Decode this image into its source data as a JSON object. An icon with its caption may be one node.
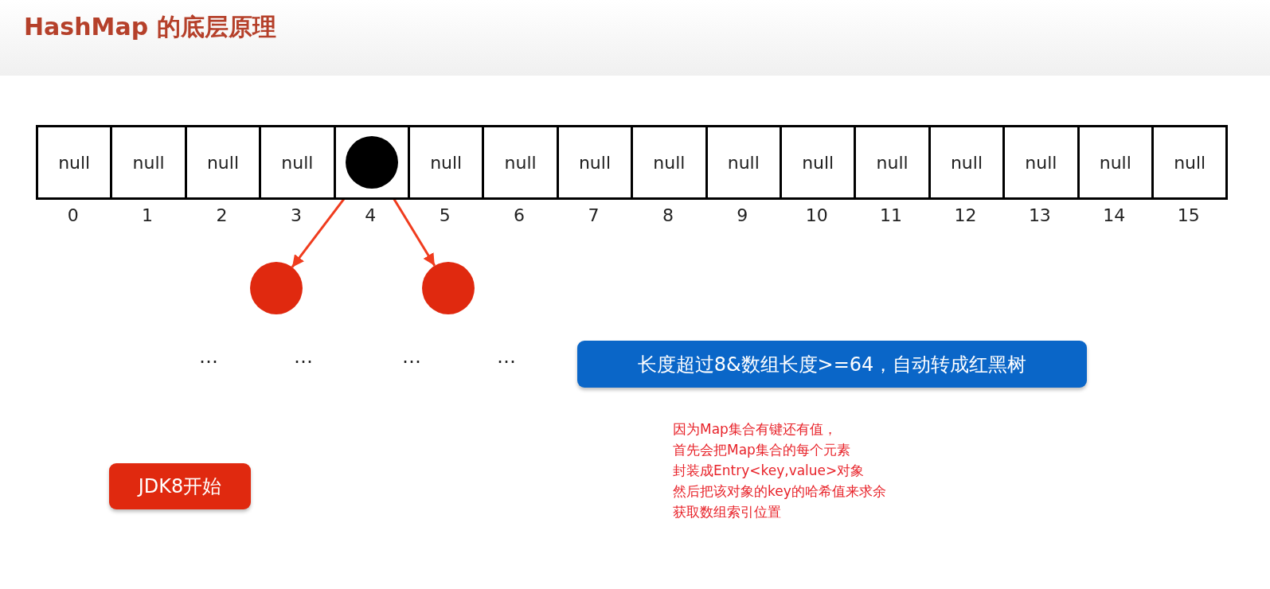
{
  "diagram": {
    "title": "HashMap 的底层原理",
    "nodes": [
      {
        "text": [
          "null"
        ]
      },
      {
        "text": [
          "null"
        ]
      },
      {
        "text": [
          "null"
        ]
      },
      {
        "text": [
          "null"
        ]
      },
      {
        "text": [],
        "shape": "box"
      },
      {
        "text": [
          "null"
        ]
      },
      {
        "text": [
          "null"
        ]
      },
      {
        "text": [
          "null"
        ]
      },
      {
        "text": [
          "null"
        ]
      },
      {
        "text": [
          "null"
        ]
      },
      {
        "text": [
          "null"
        ]
      },
      {
        "text": [
          "null"
        ]
      },
      {
        "text": [
          "null"
        ]
      },
      {
        "text": [
          "null"
        ]
      },
      {
        "text": [
          "null"
        ]
      },
      {
        "text": [
          "null"
        ]
      },
      {
        "text": [],
        "shape": "circle",
        "in": 4
      },
      {
        "text": [],
        "shape": "circle"
      },
      {
        "text": [],
        "shape": "circle"
      },
      {
        "text": [
          "长度超过8&数组长度>=64，自动转成红黑树"
        ]
      },
      {
        "text": [
          "JDK8开始"
        ]
      }
    ],
    "edges": [
      {
        "from": 16,
        "to": 17,
        "arrow": "to"
      },
      {
        "from": 16,
        "to": 18,
        "arrow": "to"
      }
    ],
    "labels": [
      "0",
      "1",
      "2",
      "3",
      "4",
      "5",
      "6",
      "7",
      "8",
      "9",
      "10",
      "11",
      "12",
      "13",
      "14",
      "15",
      "…",
      "…",
      "…",
      "…",
      "因为Map集合有键还有值，",
      "首先会把Map集合的每个元素",
      "封装成Entry<key,value>对象",
      "然后把该对象的key的哈希值来求余",
      "获取数组索引位置"
    ]
  }
}
